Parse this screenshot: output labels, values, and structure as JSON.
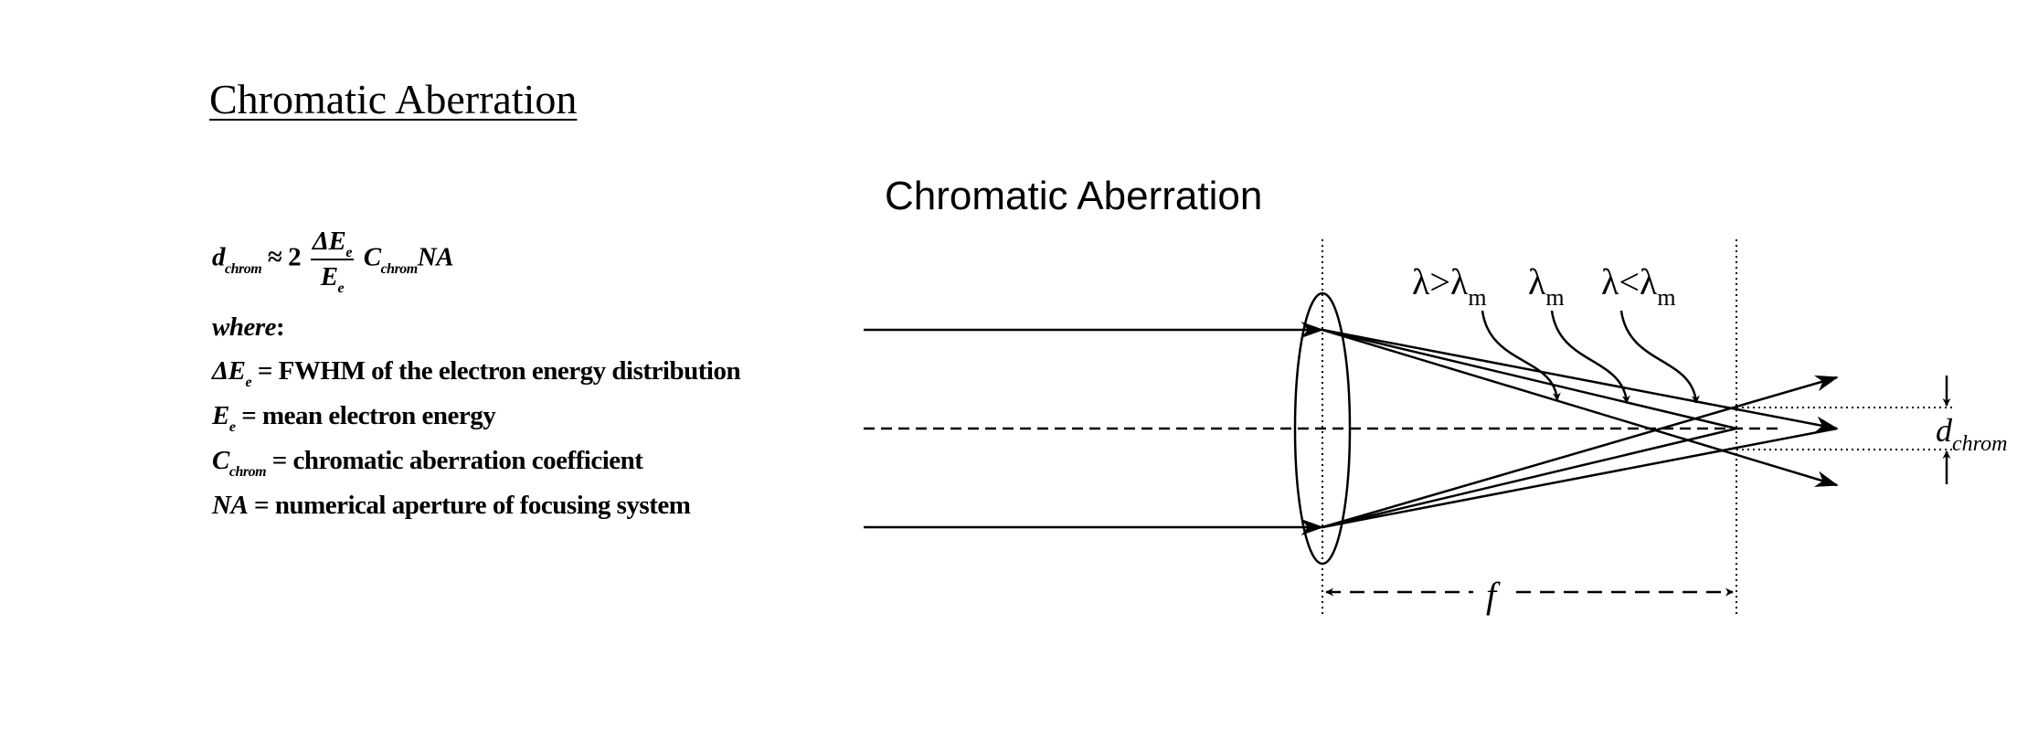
{
  "page_title": "Chromatic Aberration",
  "diagram": {
    "title": "Chromatic Aberration",
    "labels": {
      "lambda_greater": "λ>λ",
      "lambda_greater_sub": "m",
      "lambda_m": "λ",
      "lambda_m_sub": "m",
      "lambda_less": "λ<λ",
      "lambda_less_sub": "m",
      "focal": "f",
      "d_main": "d",
      "d_sub": "chrom"
    }
  },
  "formula": {
    "lhs_var": "d",
    "lhs_sub": "chrom",
    "approx": "≈ 2",
    "num": "ΔE",
    "num_sub": "e",
    "den": "E",
    "den_sub": "e",
    "coef": "C",
    "coef_sub": "chrom",
    "na": "NA",
    "where": "where",
    "where_colon": ":",
    "defs": [
      {
        "sym": "ΔE",
        "sub": "e",
        "eq": " = ",
        "text": "FWHM of the electron energy distribution"
      },
      {
        "sym": "E",
        "sub": "e",
        "eq": " = ",
        "text": "mean electron energy"
      },
      {
        "sym": "C",
        "sub": "chrom",
        "eq": " = ",
        "text": "chromatic aberration coefficient"
      },
      {
        "sym": "NA",
        "sub": "",
        "eq": " = ",
        "text": "numerical aperture of focusing system"
      }
    ]
  }
}
